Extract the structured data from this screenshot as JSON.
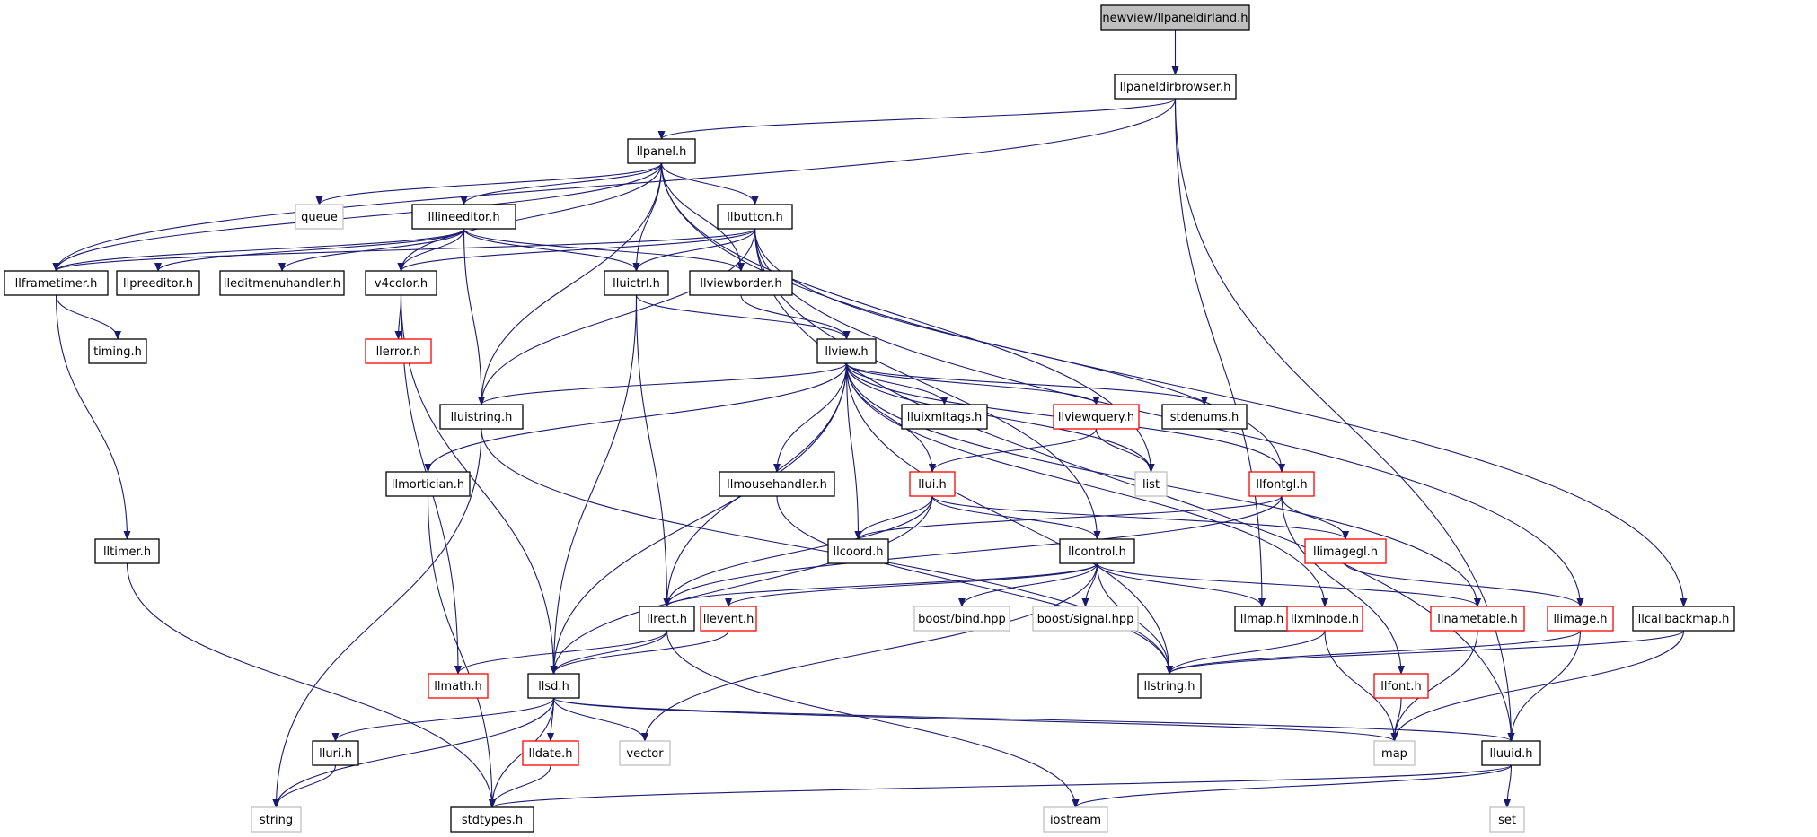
{
  "colors": {
    "edge": "#191970",
    "node_border": "#000000",
    "missing_border": "#ff0000",
    "external_border": "#bfbfbf",
    "root_fill": "#bfbfbf",
    "node_fill": "#ffffff"
  },
  "nodes": [
    {
      "id": "root",
      "label": "newview/llpaneldirland.h",
      "style": "root"
    },
    {
      "id": "llpaneldirbrowser",
      "label": "llpaneldirbrowser.h",
      "style": "normal"
    },
    {
      "id": "llpanel",
      "label": "llpanel.h",
      "style": "normal"
    },
    {
      "id": "queue",
      "label": "queue",
      "style": "external"
    },
    {
      "id": "lllineeditor",
      "label": "lllineeditor.h",
      "style": "normal"
    },
    {
      "id": "llbutton",
      "label": "llbutton.h",
      "style": "normal"
    },
    {
      "id": "llframetimer",
      "label": "llframetimer.h",
      "style": "normal"
    },
    {
      "id": "llpreeditor",
      "label": "llpreeditor.h",
      "style": "normal"
    },
    {
      "id": "lleditmenuhandler",
      "label": "lleditmenuhandler.h",
      "style": "normal"
    },
    {
      "id": "v4color",
      "label": "v4color.h",
      "style": "normal"
    },
    {
      "id": "lluictrl",
      "label": "lluictrl.h",
      "style": "normal"
    },
    {
      "id": "llviewborder",
      "label": "llviewborder.h",
      "style": "normal"
    },
    {
      "id": "timing",
      "label": "timing.h",
      "style": "normal"
    },
    {
      "id": "llerror",
      "label": "llerror.h",
      "style": "missing"
    },
    {
      "id": "llview",
      "label": "llview.h",
      "style": "normal"
    },
    {
      "id": "lluistring",
      "label": "lluistring.h",
      "style": "normal"
    },
    {
      "id": "lluixmltags",
      "label": "lluixmltags.h",
      "style": "normal"
    },
    {
      "id": "llviewquery",
      "label": "llviewquery.h",
      "style": "missing"
    },
    {
      "id": "stdenums",
      "label": "stdenums.h",
      "style": "normal"
    },
    {
      "id": "llmortician",
      "label": "llmortician.h",
      "style": "normal"
    },
    {
      "id": "llmousehandler",
      "label": "llmousehandler.h",
      "style": "normal"
    },
    {
      "id": "llui",
      "label": "llui.h",
      "style": "missing"
    },
    {
      "id": "list",
      "label": "list",
      "style": "external"
    },
    {
      "id": "llfontgl",
      "label": "llfontgl.h",
      "style": "missing"
    },
    {
      "id": "lltimer",
      "label": "lltimer.h",
      "style": "normal"
    },
    {
      "id": "llcoord",
      "label": "llcoord.h",
      "style": "normal"
    },
    {
      "id": "llcontrol",
      "label": "llcontrol.h",
      "style": "normal"
    },
    {
      "id": "llimagegl",
      "label": "llimagegl.h",
      "style": "missing"
    },
    {
      "id": "llrect",
      "label": "llrect.h",
      "style": "normal"
    },
    {
      "id": "llevent",
      "label": "llevent.h",
      "style": "missing"
    },
    {
      "id": "boostbind",
      "label": "boost/bind.hpp",
      "style": "external"
    },
    {
      "id": "boostsignal",
      "label": "boost/signal.hpp",
      "style": "external"
    },
    {
      "id": "llmap",
      "label": "llmap.h",
      "style": "normal"
    },
    {
      "id": "llxmlnode",
      "label": "llxmlnode.h",
      "style": "missing"
    },
    {
      "id": "llnametable",
      "label": "llnametable.h",
      "style": "missing"
    },
    {
      "id": "llimage",
      "label": "llimage.h",
      "style": "missing"
    },
    {
      "id": "llcallbackmap",
      "label": "llcallbackmap.h",
      "style": "normal"
    },
    {
      "id": "llmath",
      "label": "llmath.h",
      "style": "missing"
    },
    {
      "id": "llsd",
      "label": "llsd.h",
      "style": "normal"
    },
    {
      "id": "llstring",
      "label": "llstring.h",
      "style": "normal"
    },
    {
      "id": "llfont",
      "label": "llfont.h",
      "style": "missing"
    },
    {
      "id": "lluri",
      "label": "lluri.h",
      "style": "normal"
    },
    {
      "id": "lldate",
      "label": "lldate.h",
      "style": "missing"
    },
    {
      "id": "vector",
      "label": "vector",
      "style": "external"
    },
    {
      "id": "map",
      "label": "map",
      "style": "external"
    },
    {
      "id": "lluuid",
      "label": "lluuid.h",
      "style": "normal"
    },
    {
      "id": "string",
      "label": "string",
      "style": "external"
    },
    {
      "id": "stdtypes",
      "label": "stdtypes.h",
      "style": "normal"
    },
    {
      "id": "iostream",
      "label": "iostream",
      "style": "external"
    },
    {
      "id": "set",
      "label": "set",
      "style": "external"
    }
  ],
  "edges": [
    [
      "root",
      "llpaneldirbrowser"
    ],
    [
      "llpaneldirbrowser",
      "llpanel"
    ],
    [
      "llpaneldirbrowser",
      "llframetimer"
    ],
    [
      "llpaneldirbrowser",
      "llmap"
    ],
    [
      "llpaneldirbrowser",
      "lluuid"
    ],
    [
      "llpanel",
      "queue"
    ],
    [
      "llpanel",
      "lllineeditor"
    ],
    [
      "llpanel",
      "llbutton"
    ],
    [
      "llpanel",
      "lluictrl"
    ],
    [
      "llpanel",
      "llviewborder"
    ],
    [
      "llpanel",
      "v4color"
    ],
    [
      "llpanel",
      "lluistring"
    ],
    [
      "llpanel",
      "list"
    ],
    [
      "llpanel",
      "llcallbackmap"
    ],
    [
      "llpanel",
      "llframetimer"
    ],
    [
      "lllineeditor",
      "llframetimer"
    ],
    [
      "lllineeditor",
      "llpreeditor"
    ],
    [
      "lllineeditor",
      "lleditmenuhandler"
    ],
    [
      "lllineeditor",
      "v4color"
    ],
    [
      "lllineeditor",
      "lluictrl"
    ],
    [
      "lllineeditor",
      "llviewborder"
    ],
    [
      "lllineeditor",
      "lluistring"
    ],
    [
      "llbutton",
      "llframetimer"
    ],
    [
      "llbutton",
      "lluictrl"
    ],
    [
      "llbutton",
      "v4color"
    ],
    [
      "llbutton",
      "lluistring"
    ],
    [
      "llbutton",
      "llfontgl"
    ],
    [
      "llbutton",
      "llimage"
    ],
    [
      "llbutton",
      "lluuid"
    ],
    [
      "llbutton",
      "llcontrol"
    ],
    [
      "llframetimer",
      "timing"
    ],
    [
      "llframetimer",
      "lltimer"
    ],
    [
      "v4color",
      "llerror"
    ],
    [
      "v4color",
      "llmath"
    ],
    [
      "v4color",
      "llsd"
    ],
    [
      "lluictrl",
      "llview"
    ],
    [
      "lluictrl",
      "llrect"
    ],
    [
      "lluictrl",
      "llsd"
    ],
    [
      "llviewborder",
      "llview"
    ],
    [
      "llview",
      "lluistring"
    ],
    [
      "llview",
      "lluixmltags"
    ],
    [
      "llview",
      "llviewquery"
    ],
    [
      "llview",
      "stdenums"
    ],
    [
      "llview",
      "llmortician"
    ],
    [
      "llview",
      "llmousehandler"
    ],
    [
      "llview",
      "llui"
    ],
    [
      "llview",
      "llcoord"
    ],
    [
      "llview",
      "llrect"
    ],
    [
      "llview",
      "llsd"
    ],
    [
      "llview",
      "list"
    ],
    [
      "llview",
      "llfontgl"
    ],
    [
      "llview",
      "llxmlnode"
    ],
    [
      "llview",
      "llnametable"
    ],
    [
      "llview",
      "llstring"
    ],
    [
      "lluistring",
      "llstring"
    ],
    [
      "lluistring",
      "string"
    ],
    [
      "llviewquery",
      "list"
    ],
    [
      "llviewquery",
      "llui"
    ],
    [
      "llmortician",
      "stdtypes"
    ],
    [
      "llmousehandler",
      "llstring"
    ],
    [
      "llui",
      "llcoord"
    ],
    [
      "llui",
      "llcontrol"
    ],
    [
      "llui",
      "llimagegl"
    ],
    [
      "llui",
      "llrect"
    ],
    [
      "llui",
      "llsd"
    ],
    [
      "llfontgl",
      "llcoord"
    ],
    [
      "llfontgl",
      "llimagegl"
    ],
    [
      "llfontgl",
      "llrect"
    ],
    [
      "llfontgl",
      "llfont"
    ],
    [
      "lltimer",
      "stdtypes"
    ],
    [
      "llcontrol",
      "llrect"
    ],
    [
      "llcontrol",
      "llevent"
    ],
    [
      "llcontrol",
      "boostbind"
    ],
    [
      "llcontrol",
      "boostsignal"
    ],
    [
      "llcontrol",
      "llmap"
    ],
    [
      "llcontrol",
      "llstring"
    ],
    [
      "llcontrol",
      "llnametable"
    ],
    [
      "llcontrol",
      "vector"
    ],
    [
      "llimagegl",
      "llimage"
    ],
    [
      "llrect",
      "llmath"
    ],
    [
      "llrect",
      "llsd"
    ],
    [
      "llrect",
      "iostream"
    ],
    [
      "llevent",
      "llsd"
    ],
    [
      "llxmlnode",
      "llstring"
    ],
    [
      "llxmlnode",
      "map"
    ],
    [
      "llnametable",
      "map"
    ],
    [
      "llimage",
      "llstring"
    ],
    [
      "llimage",
      "lluuid"
    ],
    [
      "llcallbackmap",
      "llstring"
    ],
    [
      "llcallbackmap",
      "map"
    ],
    [
      "llsd",
      "string"
    ],
    [
      "llsd",
      "lluri"
    ],
    [
      "llsd",
      "lldate"
    ],
    [
      "llsd",
      "vector"
    ],
    [
      "llsd",
      "map"
    ],
    [
      "llsd",
      "lluuid"
    ],
    [
      "llsd",
      "stdtypes"
    ],
    [
      "llfont",
      "map"
    ],
    [
      "lluri",
      "string"
    ],
    [
      "lldate",
      "stdtypes"
    ],
    [
      "lluuid",
      "stdtypes"
    ],
    [
      "lluuid",
      "iostream"
    ],
    [
      "lluuid",
      "set"
    ]
  ]
}
